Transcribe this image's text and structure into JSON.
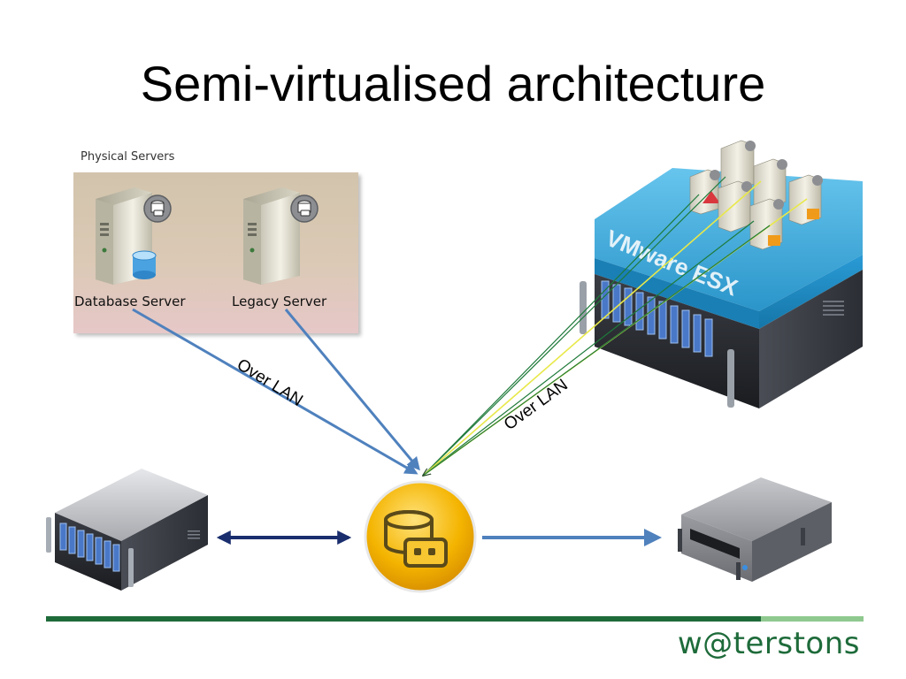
{
  "slide": {
    "title": "Semi-virtualised architecture",
    "physical_group_label": "Physical Servers",
    "servers": [
      {
        "label": "Database Server"
      },
      {
        "label": "Legacy Server"
      }
    ],
    "esx_label": "VMware ESX",
    "lan_labels": [
      "Over LAN",
      "Over LAN"
    ],
    "logo_text": "w@terstons"
  },
  "colors": {
    "arrow_blue": "#4f81bd",
    "arrow_navy": "#1a2e6e",
    "lan_green": "#1e7a3a",
    "lan_yellow": "#e8e84a",
    "footer_green": "#1e6b3a",
    "esx_blue": "#2fa3d8"
  },
  "icons": [
    "database-server-icon",
    "legacy-server-icon",
    "vmware-esx-host-icon",
    "virtual-machine-icon",
    "storage-array-icon",
    "backup-agent-icon",
    "tape-drive-icon"
  ]
}
